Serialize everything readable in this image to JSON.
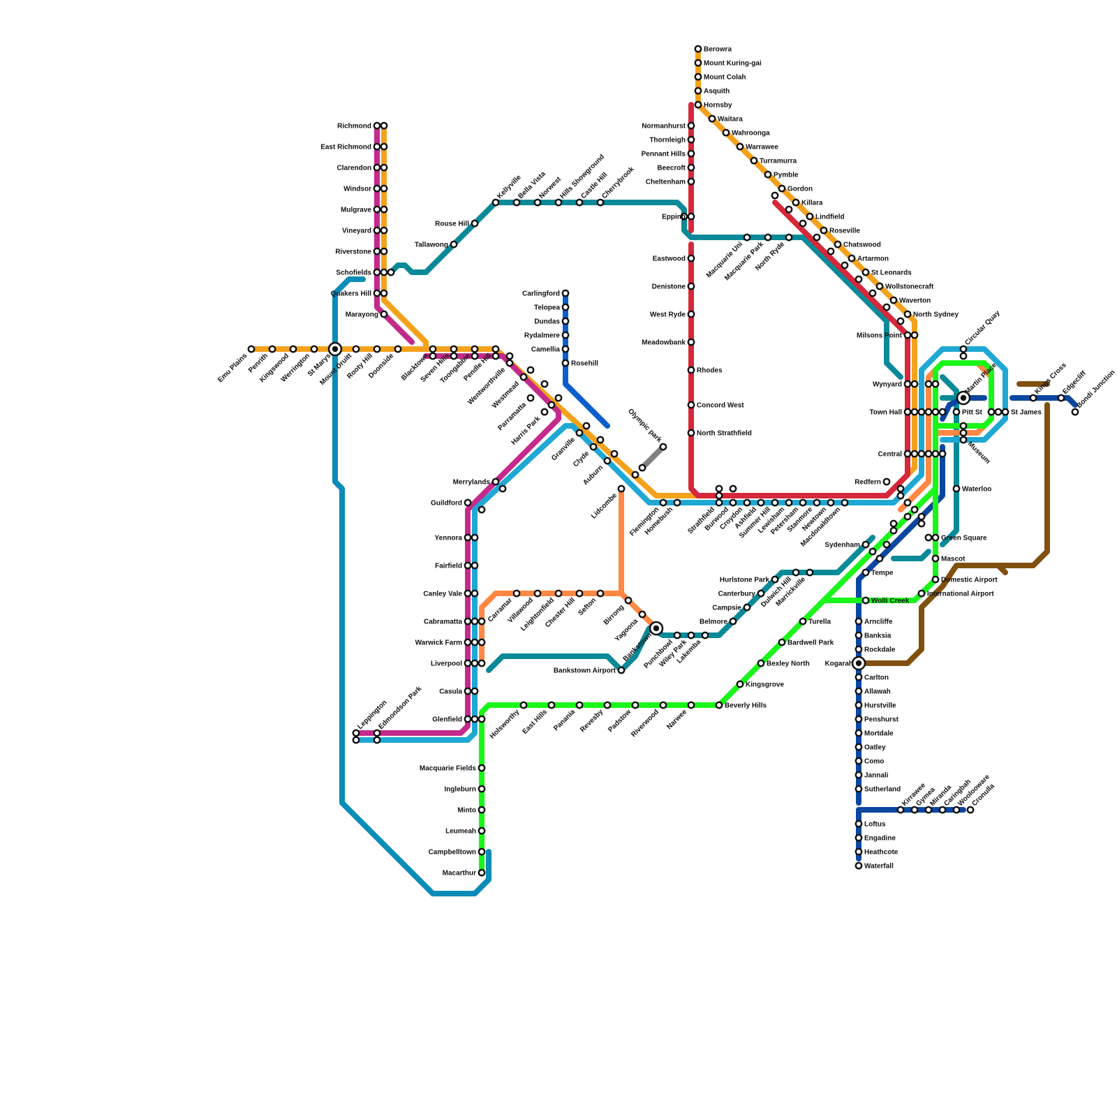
{
  "colors": {
    "blue_mountains": "#F4A21C",
    "richmond": "#C42A8C",
    "north_shore": "#D5283A",
    "t2": "#1FA8D4",
    "t3": "#FF8844",
    "t4_illawarra": "#0B47A0",
    "airport": "#1AF51A",
    "carlingford": "#0B5FCC",
    "metro": "#0A8A98",
    "olympic_park": "#808080",
    "cronulla": "#805010",
    "west_outer": "#0A8CB8"
  },
  "stations": [
    "Berowra",
    "Mount Kuring-gai",
    "Mount Colah",
    "Asquith",
    "Hornsby",
    "Waitara",
    "Wahroonga",
    "Warrawee",
    "Turramurra",
    "Pymble",
    "Gordon",
    "Killara",
    "Lindfield",
    "Roseville",
    "Chatswood",
    "Artarmon",
    "St Leonards",
    "Wollstonecraft",
    "Waverton",
    "North Sydney",
    "Milsons Point",
    "Normanhurst",
    "Thornleigh",
    "Pennant Hills",
    "Beecroft",
    "Cheltenham",
    "Epping",
    "Eastwood",
    "Denistone",
    "West Ryde",
    "Meadowbank",
    "Rhodes",
    "Concord West",
    "North Strathfield",
    "Macquarie Uni",
    "Macquarie Park",
    "North Ryde",
    "Richmond",
    "East Richmond",
    "Clarendon",
    "Windsor",
    "Mulgrave",
    "Vineyard",
    "Riverstone",
    "Schofields",
    "Quakers Hill",
    "Marayong",
    "Rouse Hill",
    "Tallawong",
    "Kellyville",
    "Bella Vista",
    "Norwest",
    "Hills Showground",
    "Castle Hill",
    "Cherrybrook",
    "Emu Plains",
    "Penrith",
    "Kingswood",
    "Werrington",
    "St Marys",
    "Mount Druitt",
    "Rooty Hill",
    "Doonside",
    "Blacktown",
    "Seven Hills",
    "Toongabbie",
    "Pendle Hill",
    "Wentworthville",
    "Westmead",
    "Parramatta",
    "Harris Park",
    "Carlingford",
    "Telopea",
    "Dundas",
    "Rydalmere",
    "Camellia",
    "Rosehill",
    "Granville",
    "Clyde",
    "Auburn",
    "Lidcombe",
    "Olympic park",
    "Flemington",
    "Homebush",
    "Strathfield",
    "Burwood",
    "Croydon",
    "Ashfield",
    "Summer Hill",
    "Lewisham",
    "Petersham",
    "Stanmore",
    "Newtown",
    "Macdonaldtown",
    "Redfern",
    "Central",
    "Town Hall",
    "Wynyard",
    "Circular Quay",
    "Martin Place",
    "Kings Cross",
    "Edgecliff",
    "Bondi Junction",
    "Pitt St",
    "St James",
    "Museum",
    "Waterloo",
    "Green Square",
    "Mascot",
    "Domestic Airport",
    "International Airport",
    "Wolli Creek",
    "Tempe",
    "Sydenham",
    "Arncliffe",
    "Banksia",
    "Rockdale",
    "Kogarah",
    "Carlton",
    "Allawah",
    "Hurstville",
    "Penshurst",
    "Mortdale",
    "Oatley",
    "Como",
    "Jannali",
    "Sutherland",
    "Loftus",
    "Engadine",
    "Heathcote",
    "Waterfall",
    "Kirrawee",
    "Gymea",
    "Miranda",
    "Caringbah",
    "Woolooware",
    "Cronulla",
    "Hurlstone Park",
    "Canterbury",
    "Campsie",
    "Belmore",
    "Lakemba",
    "Wiley Park",
    "Punchbowl",
    "Bankstown",
    "Yagoona",
    "Birrong",
    "Dulwich Hill",
    "Marrickville",
    "Turella",
    "Bardwell Park",
    "Bexley North",
    "Kingsgrove",
    "Beverly Hills",
    "Narwee",
    "Riverwood",
    "Padstow",
    "Revesby",
    "Panania",
    "East Hills",
    "Holsworthy",
    "Glenfield",
    "Macquarie Fields",
    "Ingleburn",
    "Minto",
    "Leumeah",
    "Campbelltown",
    "Macarthur",
    "Casula",
    "Liverpool",
    "Warwick Farm",
    "Cabramatta",
    "Canley Vale",
    "Fairfield",
    "Yennora",
    "Guildford",
    "Merrylands",
    "Carramar",
    "Villawood",
    "Leightonfield",
    "Chester Hill",
    "Sefton",
    "Bankstown Airport",
    "Leppington",
    "Edmondson Park"
  ]
}
